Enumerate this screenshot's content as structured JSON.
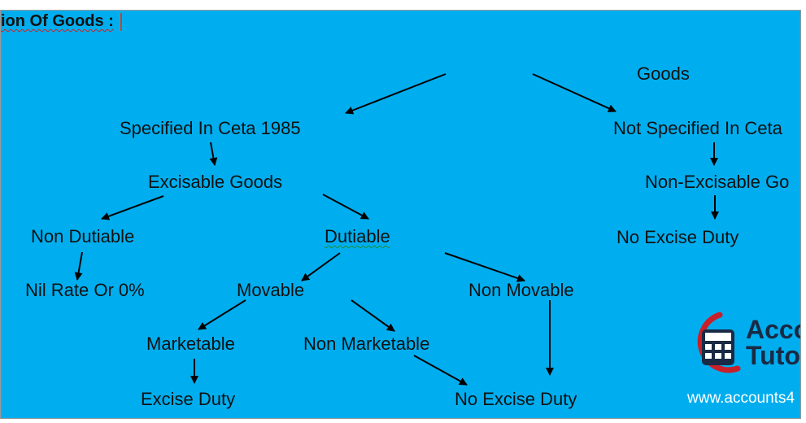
{
  "heading": "ion Of Goods :",
  "nodes": {
    "goods": "Goods",
    "specified": "Specified In Ceta 1985",
    "not_specified": "Not  Specified In Ceta",
    "excisable": "Excisable Goods",
    "non_excisable": "Non-Excisable Go",
    "non_dutiable": "Non Dutiable",
    "dutiable": "Dutiable",
    "no_excise_right": "No Excise Duty",
    "nil_rate": "Nil Rate Or 0%",
    "movable": "Movable",
    "non_movable": "Non Movable",
    "marketable": "Marketable",
    "non_marketable": "Non Marketable",
    "excise_duty": "Excise Duty",
    "no_excise_bottom": "No Excise Duty"
  },
  "logo": {
    "line1": "Acco",
    "line2": "Tuto",
    "url": "www.accounts4"
  },
  "colors": {
    "background": "#00aeef",
    "text": "#111111",
    "arrow": "#000000"
  }
}
